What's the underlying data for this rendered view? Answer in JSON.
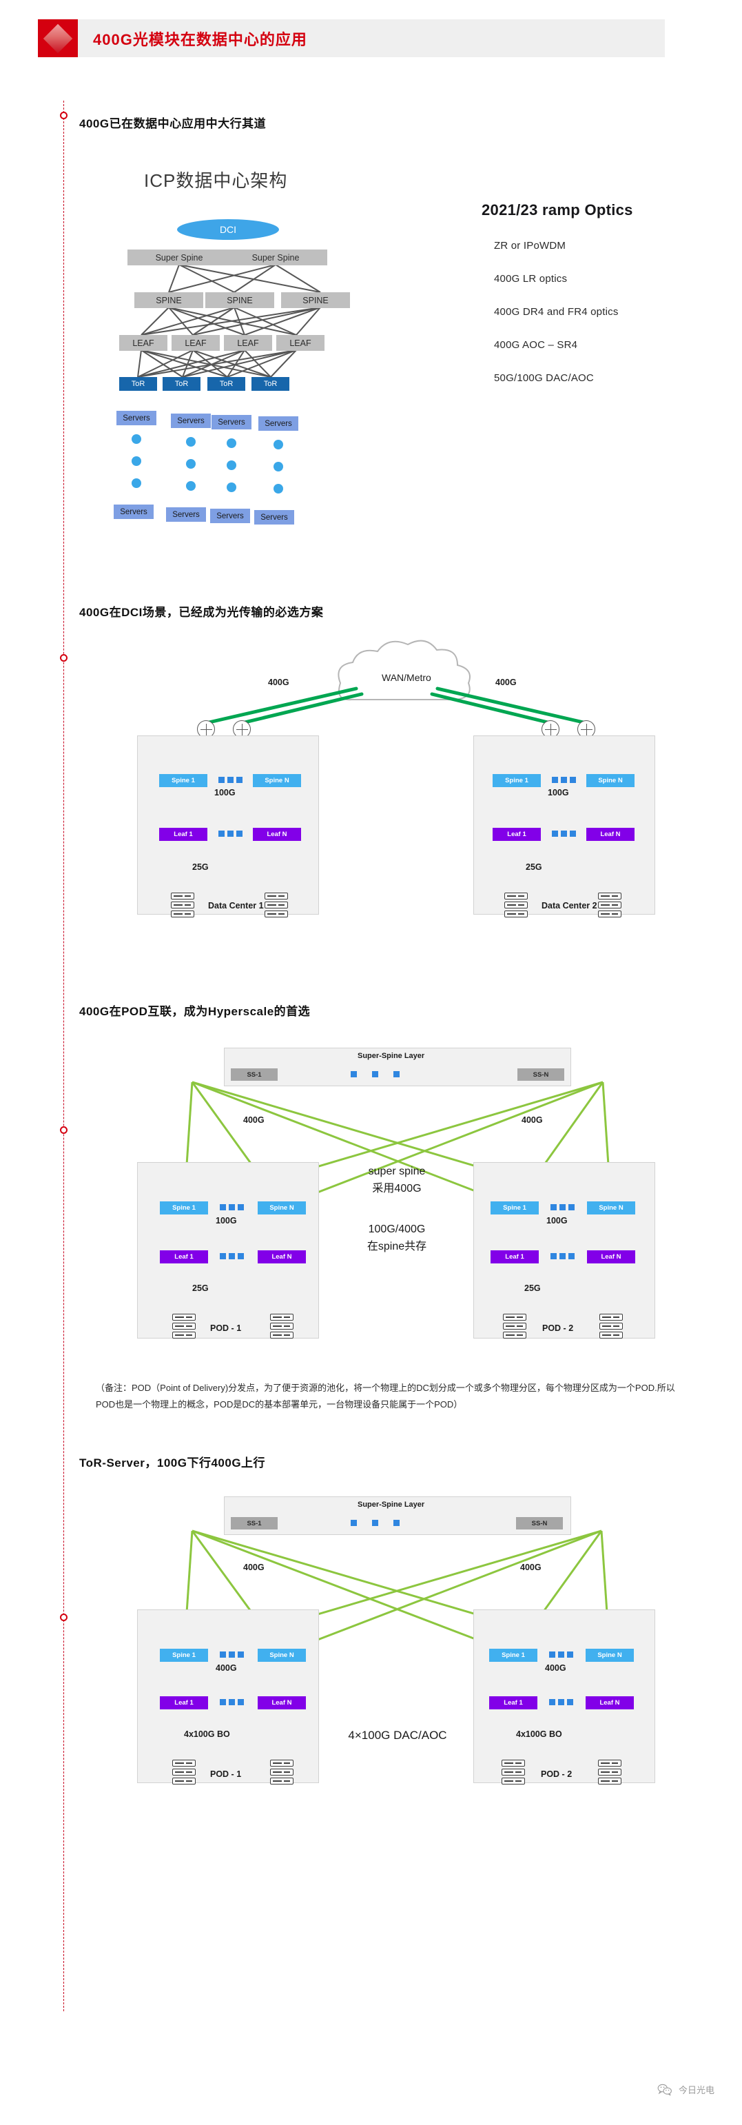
{
  "titlebar": {
    "logo_icon": "diamond-logo-icon",
    "title": "400G光模块在数据中心的应用",
    "accent": "#d4000f"
  },
  "sections": [
    {
      "heading": "400G已在数据中心应用中大行其道",
      "diagram_title": "ICP数据中心架构",
      "right": {
        "title": "2021/23 ramp Optics",
        "items": [
          "ZR or IPoWDM",
          "400G LR optics",
          "400G DR4 and FR4 optics",
          "400G AOC – SR4",
          "50G/100G DAC/AOC"
        ]
      },
      "arch": {
        "dci": "DCI",
        "super_spine": [
          "Super Spine",
          "Super Spine"
        ],
        "spine": [
          "SPINE",
          "SPINE",
          "SPINE"
        ],
        "leaf": [
          "LEAF",
          "LEAF",
          "LEAF",
          "LEAF"
        ],
        "tor": [
          "ToR",
          "ToR",
          "ToR",
          "ToR"
        ],
        "servers_top": [
          "Servers",
          "Servers",
          "Servers",
          "Servers"
        ],
        "servers_bottom": [
          "Servers",
          "Servers",
          "Servers",
          "Servers"
        ]
      }
    },
    {
      "heading": "400G在DCI场景，已经成为光传输的必选方案",
      "fabric": {
        "cloud": "WAN/Metro",
        "uplink_left": "400G",
        "uplink_right": "400G",
        "left_dc": {
          "spine": [
            "Spine 1",
            "Spine N"
          ],
          "leaf": [
            "Leaf 1",
            "Leaf N"
          ],
          "spine_leaf_rate": "100G",
          "leaf_server_rate": "25G",
          "name": "Data Center 1"
        },
        "right_dc": {
          "spine": [
            "Spine 1",
            "Spine N"
          ],
          "leaf": [
            "Leaf 1",
            "Leaf N"
          ],
          "spine_leaf_rate": "100G",
          "leaf_server_rate": "25G",
          "name": "Data Center 2"
        }
      }
    },
    {
      "heading": "400G在POD互联，成为Hyperscale的首选",
      "fabric": {
        "ss_layer_title": "Super-Spine Layer",
        "ss_nodes": [
          "SS-1",
          "SS-N"
        ],
        "uplink_left": "400G",
        "uplink_right": "400G",
        "center_text_1": "super spine\n采用400G",
        "center_text_2": "100G/400G\n在spine共存",
        "left_pod": {
          "spine": [
            "Spine 1",
            "Spine N"
          ],
          "leaf": [
            "Leaf 1",
            "Leaf N"
          ],
          "spine_leaf_rate": "100G",
          "leaf_server_rate": "25G",
          "name": "POD - 1"
        },
        "right_pod": {
          "spine": [
            "Spine 1",
            "Spine N"
          ],
          "leaf": [
            "Leaf 1",
            "Leaf N"
          ],
          "spine_leaf_rate": "100G",
          "leaf_server_rate": "25G",
          "name": "POD - 2"
        }
      },
      "note": "（备注：POD（Point of Delivery)分发点，为了便于资源的池化，将一个物理上的DC划分成一个或多个物理分区，每个物理分区成为一个POD.所以POD也是一个物理上的概念，POD是DC的基本部署单元，一台物理设备只能属于一个POD）"
    },
    {
      "heading": "ToR-Server，100G下行400G上行",
      "fabric": {
        "ss_layer_title": "Super-Spine Layer",
        "ss_nodes": [
          "SS-1",
          "SS-N"
        ],
        "uplink_left": "400G",
        "uplink_right": "400G",
        "center_text_1": "4×100G DAC/AOC",
        "left_pod": {
          "spine": [
            "Spine 1",
            "Spine N"
          ],
          "leaf": [
            "Leaf 1",
            "Leaf N"
          ],
          "spine_leaf_rate": "400G",
          "leaf_server_rate": "4x100G BO",
          "name": "POD - 1"
        },
        "right_pod": {
          "spine": [
            "Spine 1",
            "Spine N"
          ],
          "leaf": [
            "Leaf 1",
            "Leaf N"
          ],
          "spine_leaf_rate": "400G",
          "leaf_server_rate": "4x100G BO",
          "name": "POD - 2"
        }
      }
    }
  ],
  "footer": {
    "icon": "wechat-icon",
    "text": "今日光电"
  },
  "colors": {
    "brand_red": "#d4000f",
    "spine_blue": "#41b0ef",
    "leaf_purple": "#8200e8",
    "tor_blue": "#1766ab",
    "server_blue": "#7e9fe3",
    "link_green": "#8cc63f",
    "uplink_green": "#00a651",
    "gray_node": "#bfbfbf"
  }
}
